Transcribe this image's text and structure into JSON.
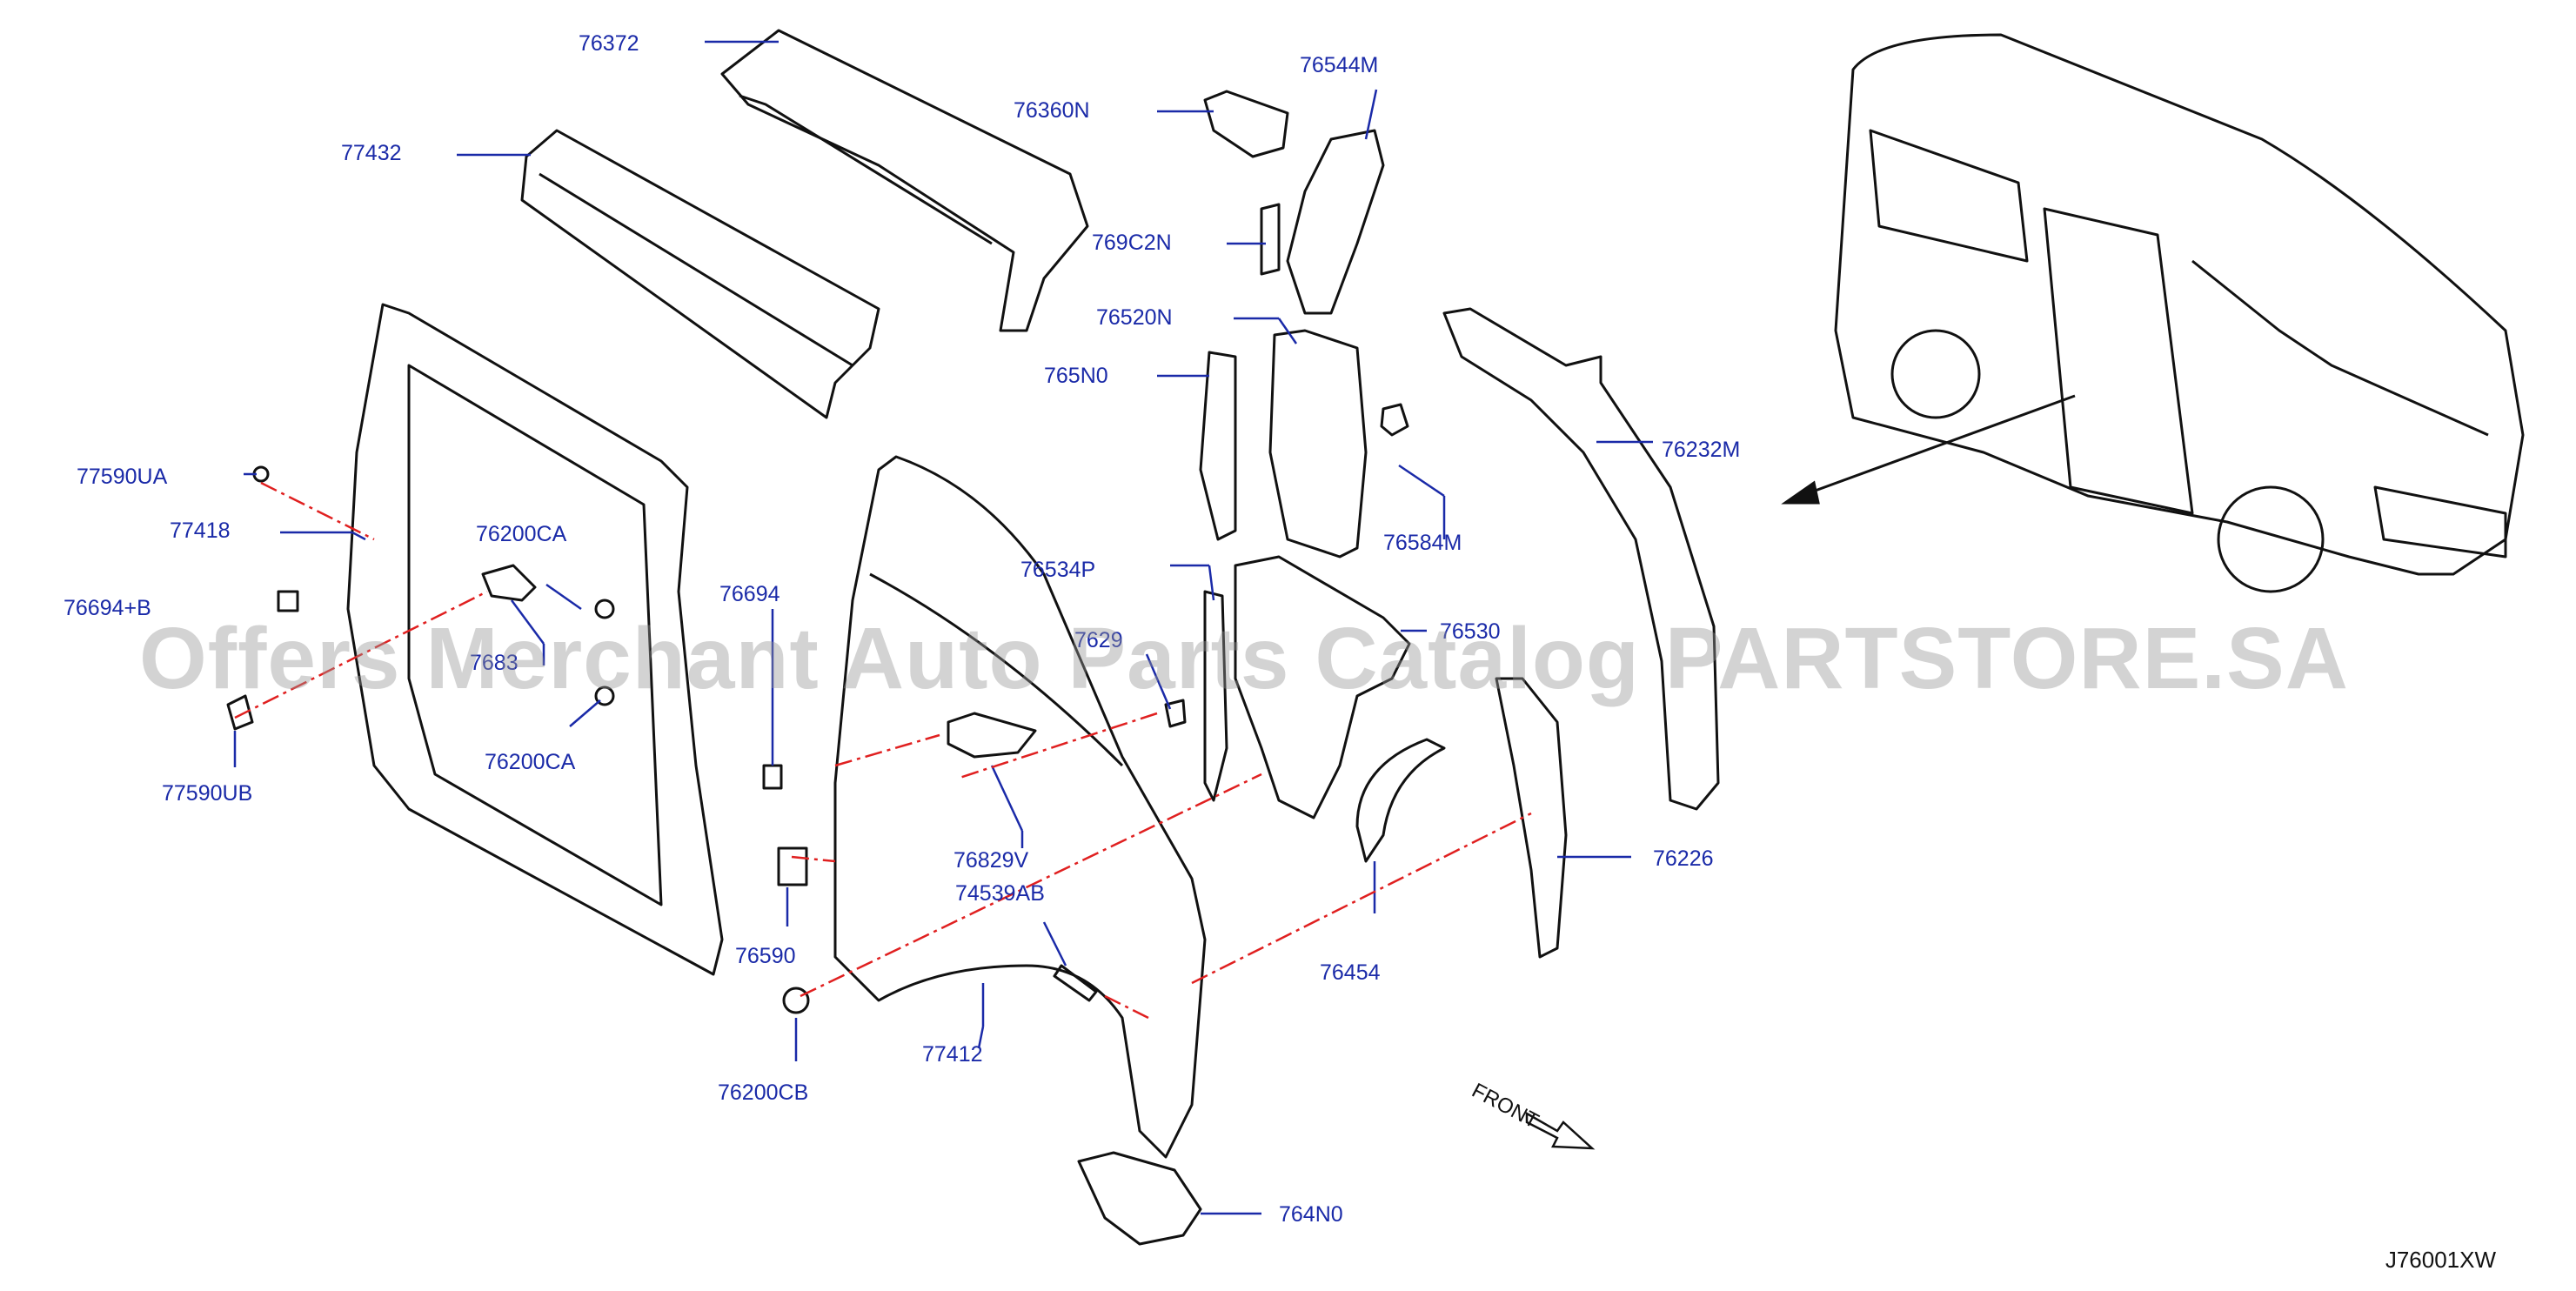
{
  "labels": {
    "p76372": "76372",
    "p77432": "77432",
    "p76360N": "76360N",
    "p76544M": "76544M",
    "p769C2N": "769C2N",
    "p76520N": "76520N",
    "p765N0": "765N0",
    "p77590UA": "77590UA",
    "p77418": "77418",
    "p76200CA_top": "76200CA",
    "p76694B": "76694+B",
    "p7683": "7683",
    "p76200CA_bot": "76200CA",
    "p77590UB": "77590UB",
    "p76694": "76694",
    "p76534P": "76534P",
    "p7629": "7629",
    "p76530": "76530",
    "p76584M": "76584M",
    "p76232M": "76232M",
    "p76829V": "76829V",
    "p74539AB": "74539AB",
    "p76590": "76590",
    "p77412": "77412",
    "p76200CB": "76200CB",
    "p76454": "76454",
    "p76226": "76226",
    "p764N0": "764N0"
  },
  "front_label": "FRONT",
  "diagram_code": "J76001XW",
  "watermark": "Offers Merchant Auto Parts Catalog PARTSTORE.SA",
  "colors": {
    "label": "#1a2aa8",
    "leader": "#1a2aa8",
    "dashed": "#e02020",
    "line_art": "#111111"
  }
}
